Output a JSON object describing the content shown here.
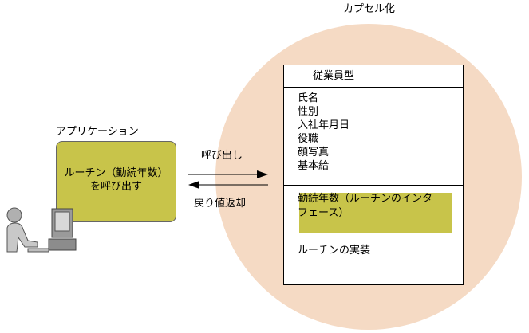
{
  "capsule_label": "カプセル化",
  "class_title": "従業員型",
  "attributes": [
    "氏名",
    "性別",
    "入社年月日",
    "役職",
    "顔写真",
    "基本給"
  ],
  "interface_text_line1": "勤続年数（ルーチンのインタ",
  "interface_text_line2": "フェース）",
  "implementation_label": "ルーチンの実装",
  "app_label": "アプリケーション",
  "app_box_line1": "ルーチン（勤続年数）",
  "app_box_line2": "を呼び出す",
  "call_label": "呼び出し",
  "return_label": "戻り値返却",
  "colors": {
    "circle": "#f5dac4",
    "olive_box": "#c8c44a"
  }
}
